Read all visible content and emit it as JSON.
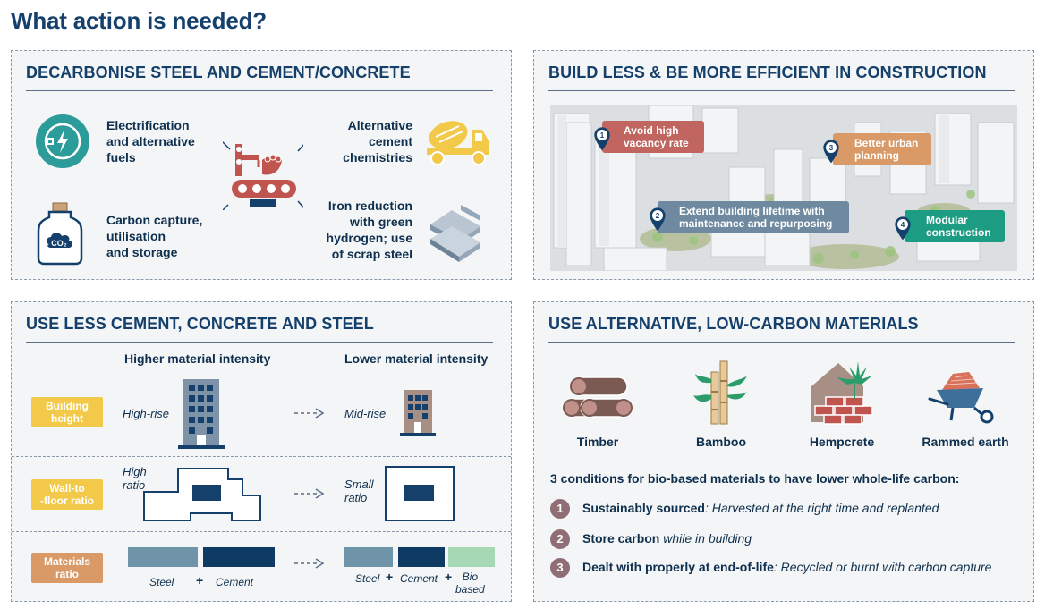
{
  "page_title": "What action is needed?",
  "decarbonise": {
    "title": "DECARBONISE STEEL AND CEMENT/CONCRETE",
    "left_top": [
      "Electrification",
      "and alternative",
      "fuels"
    ],
    "left_bottom": [
      "Carbon capture,",
      "utilisation",
      "and storage"
    ],
    "right_top": [
      "Alternative",
      "cement",
      "chemistries"
    ],
    "right_bottom": [
      "Iron reduction",
      "with green",
      "hydrogen; use",
      "of scrap steel"
    ],
    "co2_label": "CO₂"
  },
  "build_less": {
    "title": "BUILD LESS & BE MORE EFFICIENT IN CONSTRUCTION",
    "pins": [
      {
        "num": "1",
        "text": [
          "Avoid high",
          "vacancy rate"
        ],
        "color": "#c0655f"
      },
      {
        "num": "2",
        "text": [
          "Extend building lifetime with",
          "maintenance and repurposing"
        ],
        "color": "#6f8aa0"
      },
      {
        "num": "3",
        "text": [
          "Better urban",
          "planning"
        ],
        "color": "#d99a68"
      },
      {
        "num": "4",
        "text": [
          "Modular",
          "construction"
        ],
        "color": "#1c9c83"
      }
    ]
  },
  "use_less": {
    "title": "USE LESS CEMENT, CONCRETE AND STEEL",
    "col_high": "Higher material intensity",
    "col_low": "Lower material intensity",
    "rows": [
      {
        "tag": [
          "Building",
          "height"
        ],
        "tag_color": "#f3c94a",
        "left": "High-rise",
        "right": "Mid-rise"
      },
      {
        "tag": [
          "Wall-to",
          "-floor ratio"
        ],
        "tag_color": "#f3c94a",
        "left": [
          "High",
          "ratio"
        ],
        "right": [
          "Small",
          "ratio"
        ]
      },
      {
        "tag": [
          "Materials",
          "ratio"
        ],
        "tag_color": "#d99a68",
        "left_a": "Steel",
        "plus": "+",
        "left_b": "Cement",
        "right_a": "Steel",
        "right_b": "Cement",
        "right_c": [
          "Bio",
          "based"
        ]
      }
    ]
  },
  "alternative": {
    "title": "USE ALTERNATIVE, LOW-CARBON MATERIALS",
    "materials": [
      "Timber",
      "Bamboo",
      "Hempcrete",
      "Rammed earth"
    ],
    "conditions_heading": "3 conditions for bio-based materials to have lower whole-life carbon:",
    "conditions": [
      {
        "num": "1",
        "bold": "Sustainably sourced",
        "rest": ": Harvested at the right time and replanted"
      },
      {
        "num": "2",
        "bold": "Store carbon",
        "rest": " while in building"
      },
      {
        "num": "3",
        "bold": "Dealt with properly at end-of-life",
        "rest": ": Recycled or burnt with carbon capture"
      }
    ]
  },
  "colors": {
    "navy": "#14406b",
    "steel_blue": "#6f93a8",
    "dark_navy": "#0f3a63",
    "bio_green": "#a6d8b5",
    "teal": "#2b9c9a",
    "yellow": "#f3c94a",
    "red_machine": "#c0554f"
  }
}
